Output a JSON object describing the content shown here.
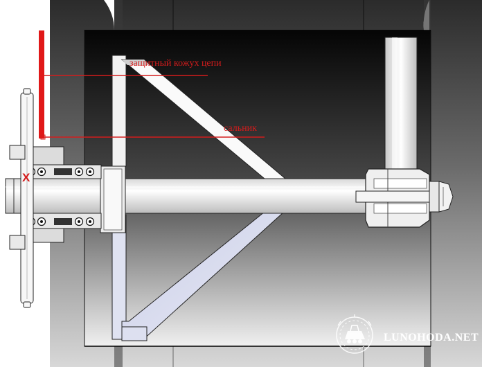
{
  "annotations": {
    "chain_guard_label": "защитный кожух цепи",
    "seal_label": "сальник",
    "cross_mark": "X"
  },
  "watermark": {
    "text": "LUNOHODA.NET"
  },
  "colors": {
    "annotation_red": "#d41c1c",
    "drawing_dark": "#1a1a1a",
    "drawing_light": "#e6e6e6"
  }
}
